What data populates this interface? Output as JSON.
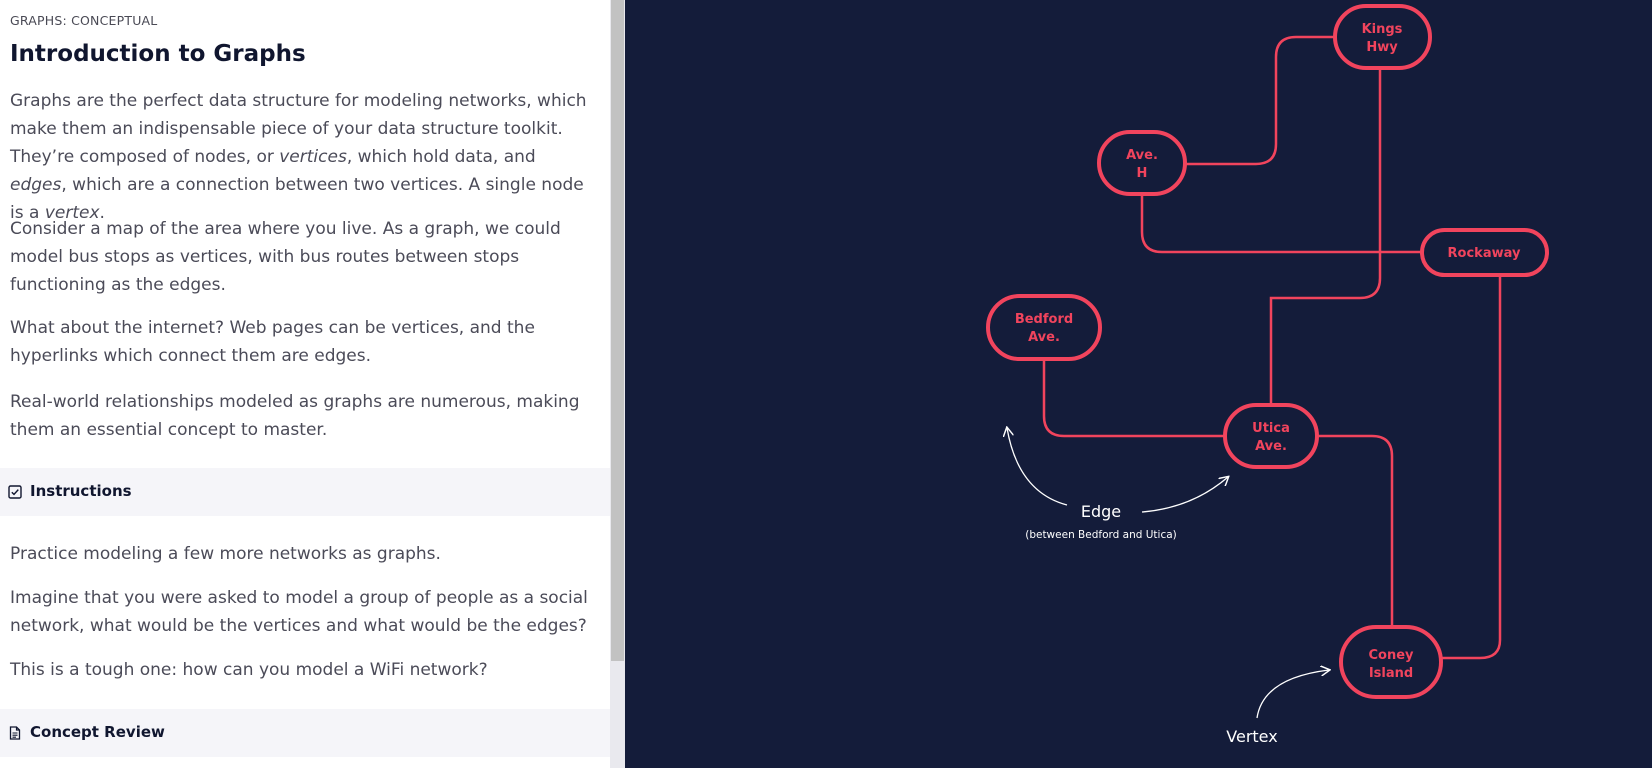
{
  "lesson": {
    "eyebrow": "GRAPHS: CONCEPTUAL",
    "title": "Introduction to Graphs",
    "para1": {
      "t1": "Graphs are the perfect data structure for modeling networks, which make them an indispensable piece of your data structure toolkit. They’re composed of nodes, or ",
      "em1": "vertices",
      "t2": ", which hold data, and ",
      "em2": "edges",
      "t3": ", which are a connection between two vertices. A single node is a ",
      "em3": "vertex",
      "t4": "."
    },
    "para2": "Consider a map of the area where you live. As a graph, we could model bus stops as vertices, with bus routes between stops functioning as the edges.",
    "para3": "What about the internet? Web pages can be vertices, and the hyperlinks which connect them are edges.",
    "para4": "Real-world relationships modeled as graphs are numerous, making them an essential concept to master."
  },
  "instructions": {
    "label": "Instructions",
    "icon": "checkbox-icon",
    "p1": "Practice modeling a few more networks as graphs.",
    "p2": "Imagine that you were asked to model a group of people as a social network, what would be the vertices and what would be the edges?",
    "p3": "This is a tough one: how can you model a WiFi network?"
  },
  "concept_review": {
    "label": "Concept Review",
    "icon": "document-icon"
  },
  "graph": {
    "colors": {
      "background": "#141c3a",
      "edge": "#f1445d",
      "annotation": "#ffffff"
    },
    "nodes": {
      "kings_hwy": [
        "Kings",
        "Hwy"
      ],
      "ave_h": [
        "Ave.",
        "H"
      ],
      "rockaway": [
        "Rockaway"
      ],
      "bedford": [
        "Bedford",
        "Ave."
      ],
      "utica": [
        "Utica",
        "Ave."
      ],
      "coney": [
        "Coney",
        "Island"
      ]
    },
    "edge_label": "Edge",
    "edge_caption": "(between Bedford and Utica)",
    "vertex_label": "Vertex"
  }
}
